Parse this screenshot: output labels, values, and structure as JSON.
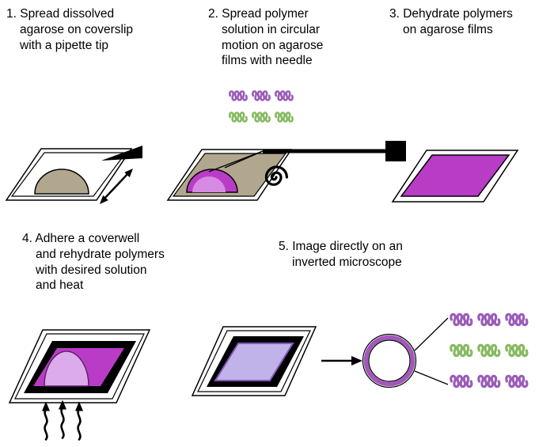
{
  "steps": [
    {
      "label": "1. Spread dissolved\nagarose on coverslip\nwith a pipette tip"
    },
    {
      "label": "2. Spread polymer\nsolution in circular\nmotion on agarose\nfilms with needle"
    },
    {
      "label": "3. Dehydrate polymers\non agarose films"
    },
    {
      "label": "4. Adhere a coverwell\nand rehydrate polymers\nwith desired solution\nand heat"
    },
    {
      "label": "5. Image directly on an\ninverted microscope"
    }
  ],
  "icons": {
    "polymer_coil": "polymer-coil-icon",
    "spiral": "circular-motion-spiral-icon",
    "pipette_tip": "pipette-tip-icon",
    "heat_arrow": "heat-wavy-arrow-icon",
    "spread_arrow": "double-headed-arrow-icon",
    "objective_view": "objective-view-circle"
  },
  "colors": {
    "background": "#ffffff",
    "ink": "#000000",
    "agarose-tan": "#b1a78e",
    "polymer-magenta": "#b93cc6",
    "polymer-magenta-light": "#d78ae2",
    "dome-light-purple": "#dcabec",
    "rehydrated-lavender": "#c0b3e9",
    "squiggle-purple": "#9a5cb8",
    "squiggle-green": "#86ba60",
    "ring-purple": "#a357bd"
  }
}
